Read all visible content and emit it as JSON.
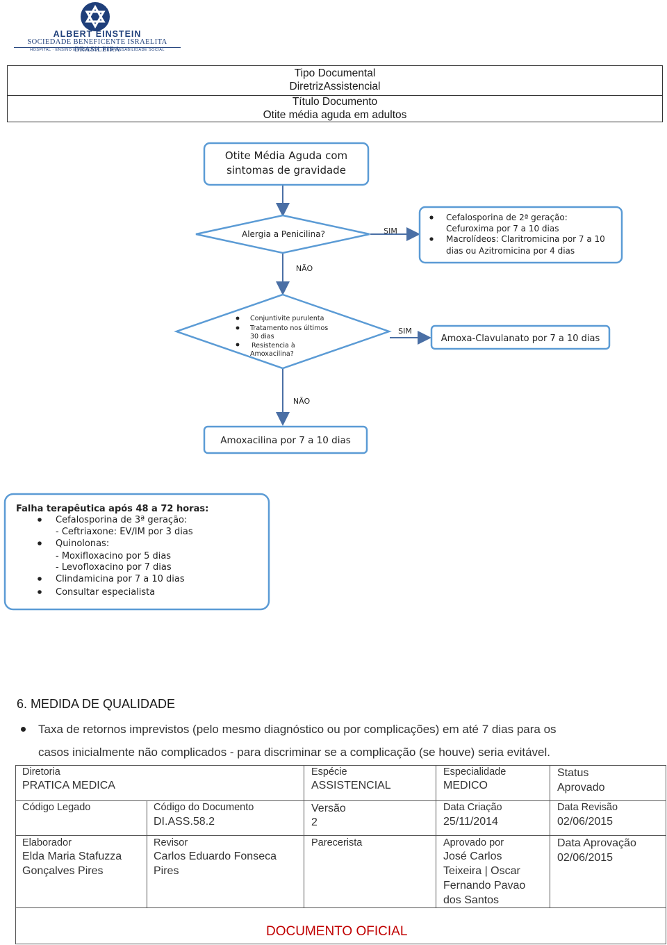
{
  "logo": {
    "name": "ALBERT EINSTEIN",
    "subtitle": "SOCIEDADE BENEFICENTE ISRAELITA BRASILEIRA",
    "tagline": "HOSPITAL · ENSINO E PESQUISA · RESPONSABILIDADE SOCIAL",
    "color": "#1f3f7a"
  },
  "header": {
    "tipo_label": "Tipo Documental",
    "tipo_value": "DiretrizAssistencial",
    "titulo_label": "Título Documento",
    "titulo_value": "Otite média aguda em adultos"
  },
  "flowchart": {
    "start_line1": "Otite Média Aguda com",
    "start_line2": "sintomas de gravidade",
    "decision1": "Alergia a Penicilina?",
    "yes1": "SIM",
    "no1": "NÃO",
    "allergy_box": {
      "item1_title": "Cefalosporina de 2ª geração:",
      "item1_detail": "Cefuroxima por 7 a 10 dias",
      "item2_title": "Macrolídeos: Claritromicina por 7 a 10",
      "item2_detail": "dias ou Azitromicina por 4 dias"
    },
    "decision2": {
      "item1a": "Conjuntivite purulenta",
      "item2a": "Tratamento nos últimos",
      "item2b": "30 dias",
      "item3a": "Resistencia à",
      "item3b": "Amoxacilina?"
    },
    "yes2": "SIM",
    "no2": "NÃO",
    "amoxa_clav": "Amoxa-Clavulanato por 7 a 10 dias",
    "amoxicilina": "Amoxacilina por 7 a 10 dias",
    "box_color": "#5b9bd5"
  },
  "failure_box": {
    "title": "Falha terapêutica após 48 a 72 horas:",
    "lines": [
      "Cefalosporina de 3ª geração:",
      "- Ceftriaxone: EV/IM  por 3 dias",
      "Quinolonas:",
      "- Moxifloxacino por 5 dias",
      "- Levofloxacino por 7 dias",
      "Clindamicina  por 7 a 10 dias",
      "Consultar especialista"
    ]
  },
  "quality": {
    "title": "6. MEDIDA DE QUALIDADE",
    "bullet_line1": "Taxa de retornos imprevistos (pelo mesmo diagnóstico ou por complicações) em até 7 dias para os",
    "bullet_line2": "casos inicialmente não complicados - para discriminar se a complicação (se houve) seria evitável."
  },
  "footer": {
    "diretoria_label": "Diretoria",
    "diretoria_value": "PRATICA MEDICA",
    "especie_label": "Espécie",
    "especie_value": "ASSISTENCIAL",
    "especialidade_label": "Especialidade",
    "especialidade_value": "MEDICO",
    "status_label": "Status",
    "status_value": "Aprovado",
    "codigo_legado_label": "Código Legado",
    "codigo_doc_label": "Código do Documento",
    "codigo_doc_value": "DI.ASS.58.2",
    "versao_label": "Versão",
    "versao_value": "2",
    "data_criacao_label": "Data Criação",
    "data_criacao_value": "25/11/2014",
    "data_revisao_label": "Data Revisão",
    "data_revisao_value": "02/06/2015",
    "elaborador_label": "Elaborador",
    "elaborador_line1": "Elda  Maria  Stafuzza",
    "elaborador_line2": "Gonçalves Pires",
    "revisor_label": "Revisor",
    "revisor_line1": "Carlos Eduardo Fonseca",
    "revisor_line2": "Pires",
    "parecerista_label": "Parecerista",
    "aprovado_label": "Aprovado por",
    "aprovado_line1": "José Carlos",
    "aprovado_line2": "Teixeira | Oscar",
    "aprovado_line3": "Fernando Pavao",
    "aprovado_line4": "dos Santos",
    "data_aprovacao_label": "Data Aprovação",
    "data_aprovacao_value": "02/06/2015",
    "documento_oficial": "DOCUMENTO OFICIAL"
  }
}
